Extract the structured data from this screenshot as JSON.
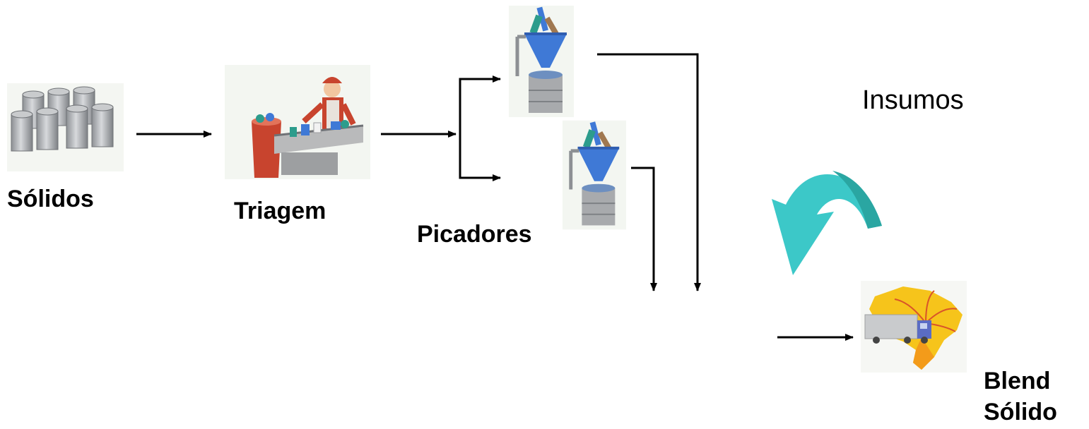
{
  "labels": {
    "solidos": "Sólidos",
    "triagem": "Triagem",
    "picadores": "Picadores",
    "insumos": "Insumos",
    "blend_line1": "Blend",
    "blend_line2": "Sólido"
  },
  "illustrations": {
    "barrels": "stacked-drums-icon",
    "sorting": "sorting-worker-icon",
    "shredder": "shredder-hopper-icon",
    "distribution": "brazil-map-truck-icon",
    "cycle": "curved-cycle-arrow-icon"
  },
  "colors": {
    "text": "#000000",
    "arrow": "#000000",
    "cycle_arrow_light": "#3cc8c8",
    "cycle_arrow_dark": "#2aa6a2",
    "drum": "#a8aaad",
    "hopper": "#3f79d6",
    "worker_shirt": "#c8442e",
    "map_yellow": "#f6c41b",
    "map_orange": "#f39b1a",
    "truck": "#5a6cc4"
  }
}
